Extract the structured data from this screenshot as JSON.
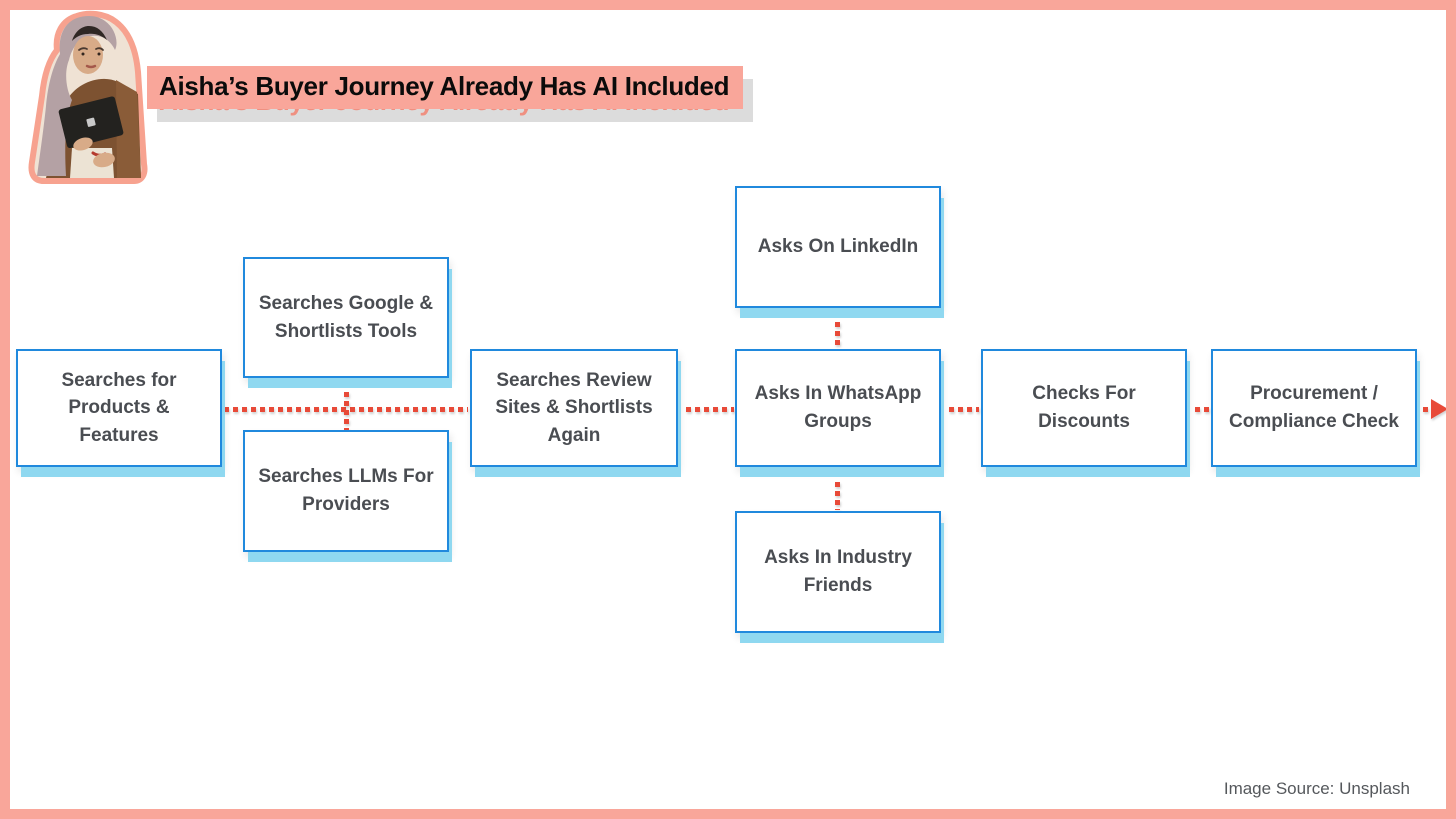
{
  "title": {
    "text": "Aisha’s Buyer Journey Already Has AI Included"
  },
  "footer": {
    "credit": "Image Source: Unsplash"
  },
  "hero": {
    "icon": "woman-in-hijab-holding-laptop-sticker"
  },
  "colors": {
    "frame": "#f9a69a",
    "highlight": "#f9a69a",
    "highlight_shadow": "#dcdcdc",
    "ghost_text": "#ef9081",
    "node_border": "#2089dd",
    "node_shadow": "#8fd8f0",
    "node_text": "#4a4d52",
    "connector": "#e84a38",
    "background": "#ffffff"
  },
  "nodes": [
    {
      "id": "search-products",
      "label": "Searches for Products & Features"
    },
    {
      "id": "search-google",
      "label": "Searches Google & Shortlists Tools"
    },
    {
      "id": "search-llms",
      "label": "Searches LLMs For Providers"
    },
    {
      "id": "search-reviews",
      "label": "Searches Review Sites & Shortlists Again"
    },
    {
      "id": "ask-linkedin",
      "label": "Asks On LinkedIn"
    },
    {
      "id": "ask-whatsapp",
      "label": "Asks In WhatsApp Groups"
    },
    {
      "id": "ask-industry",
      "label": "Asks In Industry Friends"
    },
    {
      "id": "check-discounts",
      "label": "Checks For Discounts"
    },
    {
      "id": "procurement",
      "label": "Procurement / Compliance Check"
    }
  ],
  "flow": {
    "edges": [
      [
        "search-products",
        "search-reviews"
      ],
      [
        "search-google",
        "search-llms"
      ],
      [
        "search-reviews",
        "ask-whatsapp"
      ],
      [
        "ask-linkedin",
        "ask-whatsapp"
      ],
      [
        "ask-whatsapp",
        "ask-industry"
      ],
      [
        "ask-whatsapp",
        "check-discounts"
      ],
      [
        "check-discounts",
        "procurement"
      ],
      [
        "procurement",
        "end-arrow"
      ]
    ],
    "end_icon": "arrow-right"
  }
}
